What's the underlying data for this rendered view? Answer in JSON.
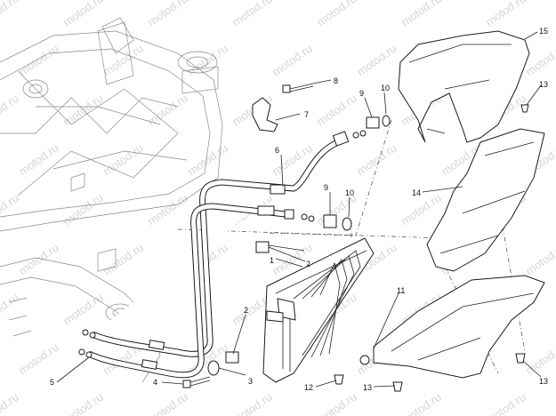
{
  "watermark": "motod.ru",
  "callouts": [
    {
      "id": "c1",
      "text": "1"
    },
    {
      "id": "c2a",
      "text": "2"
    },
    {
      "id": "c2b",
      "text": "2"
    },
    {
      "id": "c3",
      "text": "3"
    },
    {
      "id": "c4",
      "text": "4"
    },
    {
      "id": "c5",
      "text": "5"
    },
    {
      "id": "c6",
      "text": "6"
    },
    {
      "id": "c7",
      "text": "7"
    },
    {
      "id": "c8",
      "text": "8"
    },
    {
      "id": "c9a",
      "text": "9"
    },
    {
      "id": "c9b",
      "text": "9"
    },
    {
      "id": "c10a",
      "text": "10"
    },
    {
      "id": "c10b",
      "text": "10"
    },
    {
      "id": "c11",
      "text": "11"
    },
    {
      "id": "c12",
      "text": "12"
    },
    {
      "id": "c13a",
      "text": "13"
    },
    {
      "id": "c13b",
      "text": "13"
    },
    {
      "id": "c13c",
      "text": "13"
    },
    {
      "id": "c14",
      "text": "14"
    },
    {
      "id": "c15",
      "text": "15"
    }
  ]
}
